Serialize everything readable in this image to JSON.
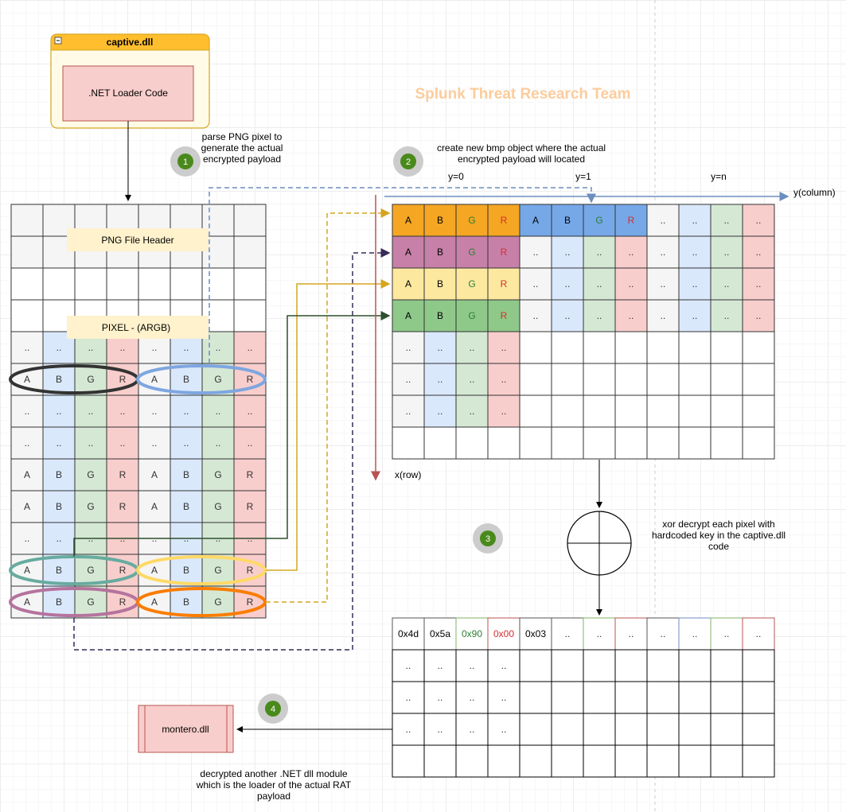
{
  "title": "Splunk Threat Research Team",
  "dll_box": {
    "title": "captive.dll",
    "inner": ".NET Loader Code"
  },
  "steps": {
    "s1": "1",
    "s2": "2",
    "s3": "3",
    "s4": "4"
  },
  "step1_text": "parse PNG pixel to generate the actual encrypted payload",
  "step2_text": "create new bmp object where the actual encrypted payload will located",
  "step3_text": "xor decrypt each pixel with hardcoded key in the captive.dll code",
  "step4_text": "decrypted another .NET dll module which is the loader of the actual RAT payload",
  "png_header": "PNG File Header",
  "pixel_label": "PIXEL  - (ARGB)",
  "axis": {
    "y0": "y=0",
    "y1": "y=1",
    "yn": "y=n",
    "ycol": "y(column)",
    "xrow": "x(row)"
  },
  "channels": [
    "A",
    "B",
    "G",
    "R"
  ],
  "ellipsis": "..",
  "decrypted_bytes": [
    "0x4d",
    "0x5a",
    "0x90",
    "0x00",
    "0x03"
  ],
  "output": "montero.dll",
  "colors": {
    "A": "#f5f5f5",
    "B": "#dae8fc",
    "G": "#d5e8d4",
    "R": "#f8cecc",
    "orange": "#f5a623",
    "blue_row": "#76a8e8",
    "pink": "#c780a8",
    "yellow": "#fde8a0",
    "green_row": "#8fc98a",
    "step_badge": "#4a8a1c",
    "brown_arrow": "#b85450",
    "title": "#fccc9c"
  }
}
